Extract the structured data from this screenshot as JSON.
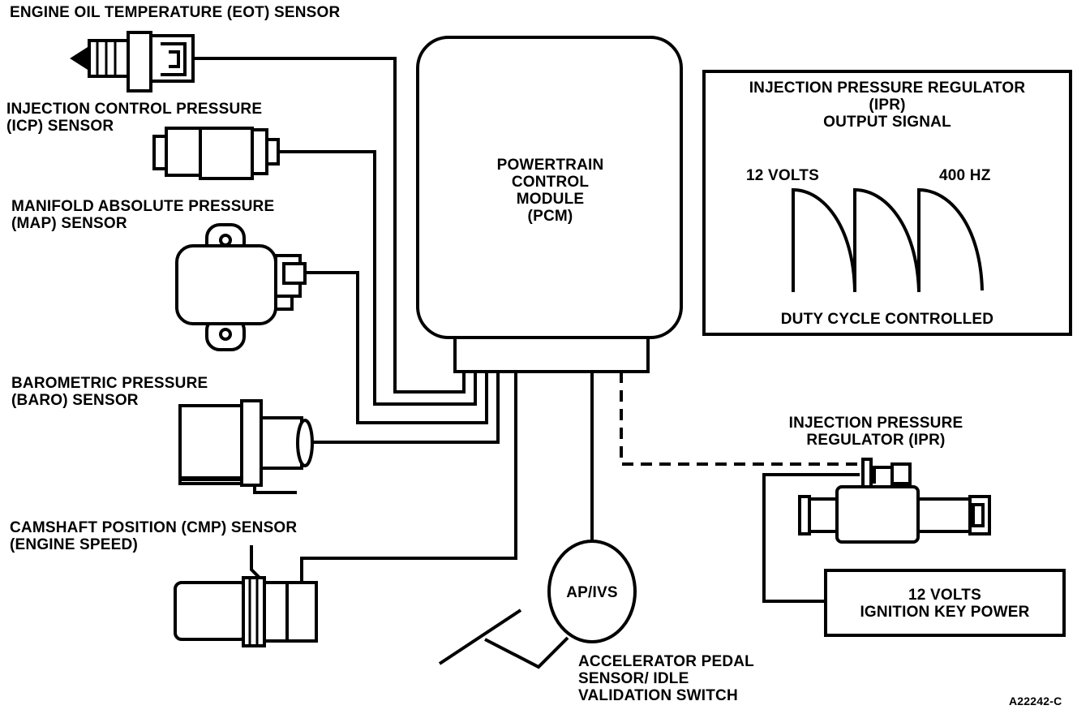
{
  "labels": {
    "eot": "ENGINE OIL TEMPERATURE (EOT) SENSOR",
    "icp_line1": "INJECTION CONTROL PRESSURE",
    "icp_line2": "(ICP) SENSOR",
    "map_line1": "MANIFOLD ABSOLUTE PRESSURE",
    "map_line2": "(MAP) SENSOR",
    "baro_line1": "BAROMETRIC PRESSURE",
    "baro_line2": "(BARO) SENSOR",
    "cmp_line1": "CAMSHAFT POSITION (CMP) SENSOR",
    "cmp_line2": "(ENGINE SPEED)",
    "pcm_line1": "POWERTRAIN",
    "pcm_line2": "CONTROL",
    "pcm_line3": "MODULE",
    "pcm_line4": "(PCM)",
    "ipr_signal_line1": "INJECTION PRESSURE REGULATOR",
    "ipr_signal_line2": "(IPR)",
    "ipr_signal_line3": "OUTPUT SIGNAL",
    "voltage": "12 VOLTS",
    "frequency": "400 HZ",
    "duty_cycle": "DUTY CYCLE CONTROLLED",
    "ipr_line1": "INJECTION PRESSURE",
    "ipr_line2": "REGULATOR (IPR)",
    "power_line1": "12 VOLTS",
    "power_line2": "IGNITION KEY POWER",
    "apivs": "AP/IVS",
    "pedal_line1": "ACCELERATOR PEDAL",
    "pedal_line2": "SENSOR/ IDLE",
    "pedal_line3": "VALIDATION SWITCH",
    "figure_id": "A22242-C"
  }
}
